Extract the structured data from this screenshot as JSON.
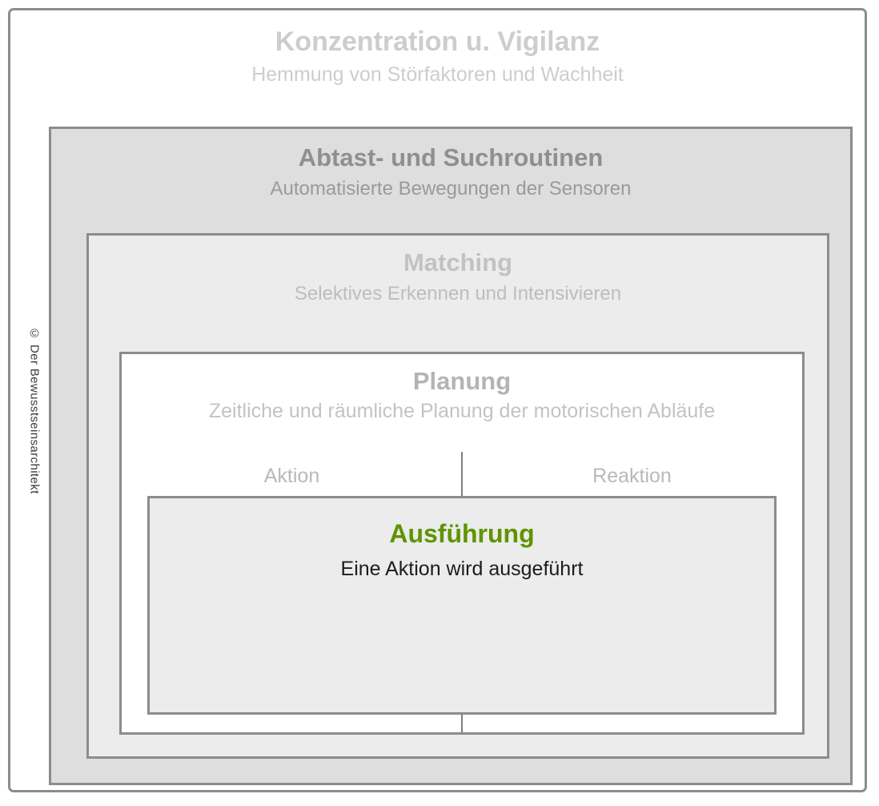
{
  "diagram": {
    "copyright": "© Der Bewusstseinsarchitekt",
    "levels": [
      {
        "id": "konzentration",
        "title": "Konzentration u. Vigilanz",
        "subtitle": "Hemmung von Störfaktoren und Wachheit",
        "title_color": "#cdcdcd",
        "subtitle_color": "#cdcdcd",
        "fill": "#ffffff",
        "border": "#8c8c8c"
      },
      {
        "id": "abtast-und-suchroutinen",
        "title": "Abtast- und Suchroutinen",
        "subtitle": "Automatisierte Bewegungen der Sensoren",
        "title_color": "#8f8f8f",
        "subtitle_color": "#9a9a9a",
        "fill": "#dedede",
        "border": "#8c8c8c"
      },
      {
        "id": "matching",
        "title": "Matching",
        "subtitle": "Selektives Erkennen und Intensivieren",
        "title_color": "#c2c2c2",
        "subtitle_color": "#bdbdbd",
        "fill": "#ececec",
        "border": "#8c8c8c"
      },
      {
        "id": "planung",
        "title": "Planung",
        "subtitle": "Zeitliche und räumliche Planung der motorischen Abläufe",
        "title_color": "#b4b4b4",
        "subtitle_color": "#c3c3c3",
        "fill": "#ffffff",
        "border": "#8c8c8c"
      },
      {
        "id": "ausfuehrung",
        "title": "Ausführung",
        "subtitle": "Eine Aktion wird ausgeführt",
        "title_color": "#5f9400",
        "subtitle_color": "#1c1c1c",
        "fill": "#ececec",
        "border": "#8c8c8c"
      }
    ],
    "split": {
      "left_label": "Aktion",
      "right_label": "Reaktion",
      "label_color": "#b9b9b9",
      "line_color": "#7e7e7e"
    }
  }
}
